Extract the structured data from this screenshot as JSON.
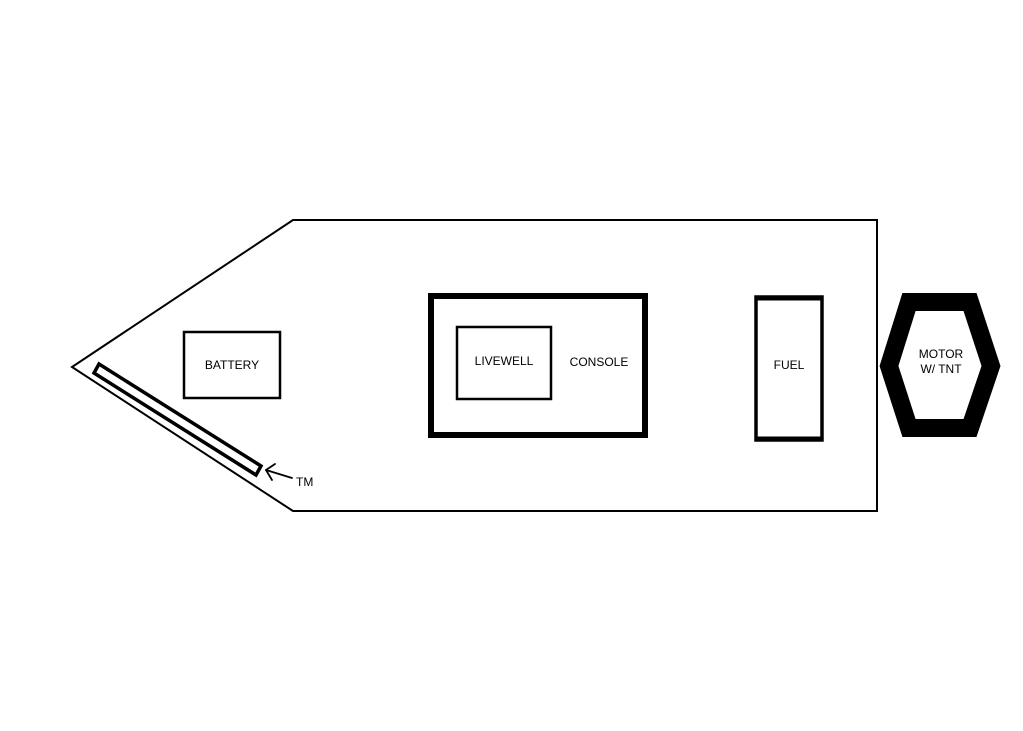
{
  "diagram": {
    "labels": {
      "battery": "BATTERY",
      "livewell": "LIVEWELL",
      "console": "CONSOLE",
      "fuel": "FUEL",
      "motor_line1": "MOTOR",
      "motor_line2": "W/ TNT",
      "trolling_motor": "TM"
    },
    "colors": {
      "stroke": "#000000",
      "background": "#ffffff"
    },
    "icons": {
      "pointer": "arrow-pointer-icon"
    }
  }
}
